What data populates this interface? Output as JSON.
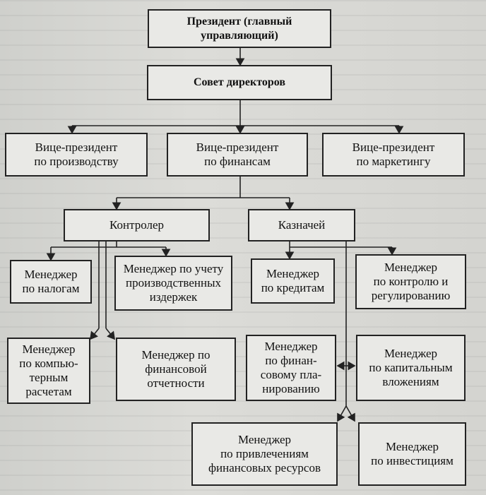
{
  "nodes": {
    "president": "Президент (главный\nуправляющий)",
    "board": "Совет директоров",
    "vp_production": "Вице-президент\nпо производству",
    "vp_finance": "Вице-президент\nпо финансам",
    "vp_marketing": "Вице-президент\nпо маркетингу",
    "controller": "Контролер",
    "treasurer": "Казначей",
    "mgr_taxes": "Менеджер\nпо налогам",
    "mgr_cost_accounting": "Менеджер по учету\nпроизводственных\nиздержек",
    "mgr_credits": "Менеджер\nпо кредитам",
    "mgr_control": "Менеджер\nпо контролю и\nрегулированию",
    "mgr_computing": "Менеджер\nпо компью-\nтерным\nрасчетам",
    "mgr_fin_reporting": "Менеджер по\nфинансовой\nотчетности",
    "mgr_fin_planning": "Менеджер\nпо финан-\nсовому пла-\nнированию",
    "mgr_capital": "Менеджер\nпо капитальным\nвложениям",
    "mgr_fundraising": "Менеджер\nпо привлечениям\nфинансовых ресурсов",
    "mgr_investments": "Менеджер\nпо инвестициям"
  }
}
